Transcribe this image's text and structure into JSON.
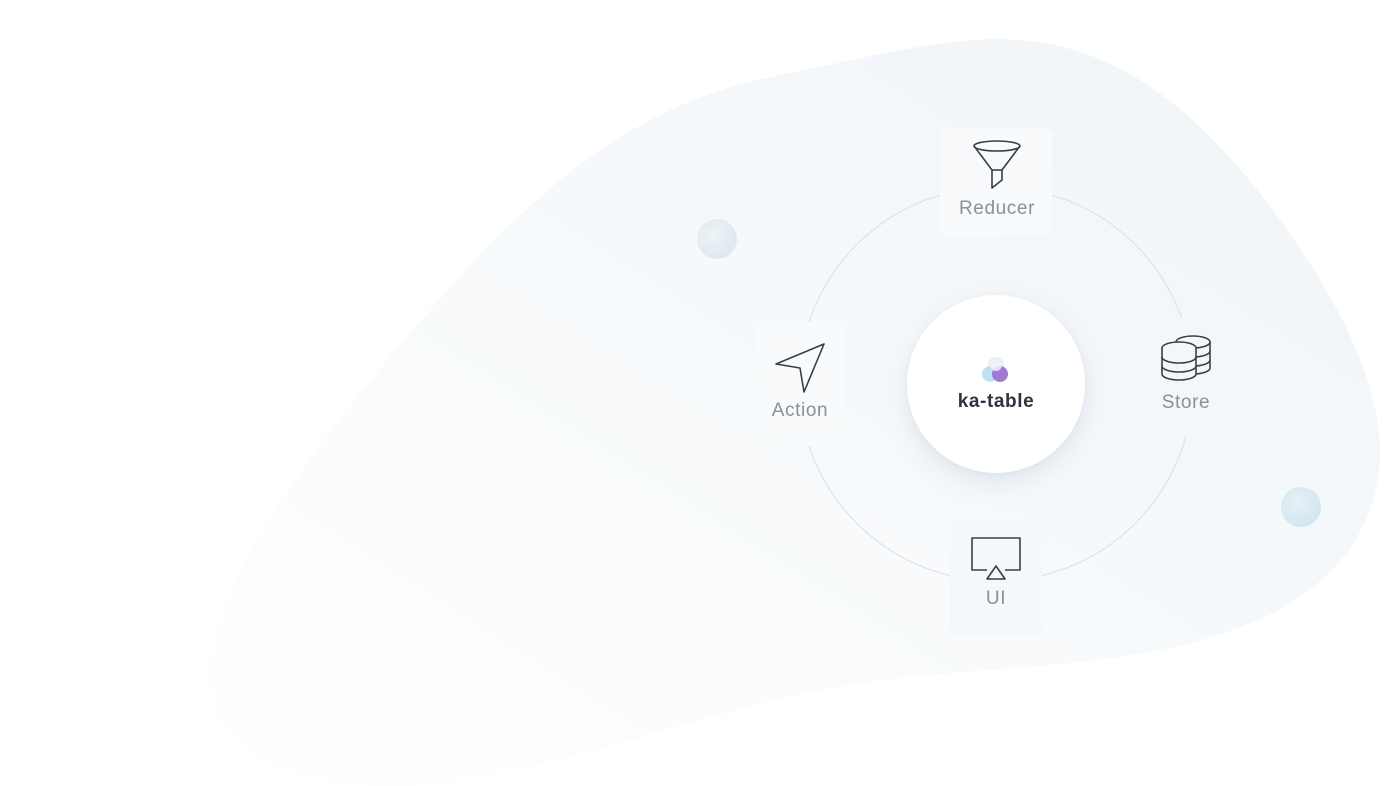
{
  "diagram": {
    "center": {
      "title": "ka-table",
      "icon": "ka-table-logo-icon"
    },
    "nodes": {
      "reducer": {
        "label": "Reducer",
        "icon": "funnel-icon"
      },
      "store": {
        "label": "Store",
        "icon": "database-icon"
      },
      "ui": {
        "label": "UI",
        "icon": "monitor-icon"
      },
      "action": {
        "label": "Action",
        "icon": "cursor-arrow-icon"
      }
    },
    "colors": {
      "background": "#ffffff",
      "blob": "#f3f6f9",
      "ring": "#dfe3e8",
      "icon_stroke": "#3a3f47",
      "label": "#8a8f98",
      "title": "#2f3440",
      "logo_purple": "#9c7ad6",
      "logo_cyan": "#bfe0ee",
      "dot": "#d2e6f1"
    }
  }
}
